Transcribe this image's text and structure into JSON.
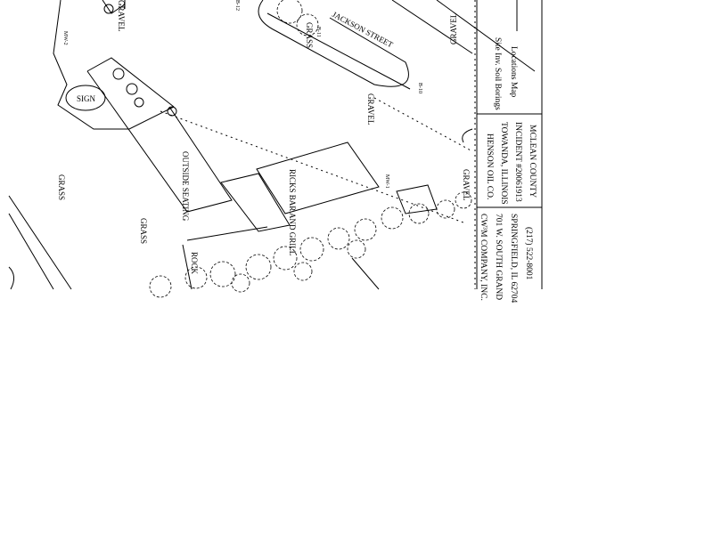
{
  "map": {
    "street": "JACKSON STREET",
    "labels": {
      "grass_1": "GRASS",
      "grass_2": "GRASS",
      "grass_3": "GRASS",
      "gravel_1": "GRAVEL",
      "gravel_2": "GRAVEL",
      "gravel_3": "GRAVEL",
      "gravel_4": "GRAVEL",
      "sign": "SIGN",
      "outside_seating": "OUTSIDE SEATING",
      "building": "RICKS BAR AND GRILL",
      "rock": "ROCK"
    },
    "borings": [
      "MW-2",
      "B-11",
      "B-10",
      "MW-1",
      "B-12"
    ]
  },
  "title_block": {
    "company": [
      "CW³M COMPANY, INC.",
      "701 W. SOUTH GRAND",
      "SPRINGFIELD, IL 62704",
      "(217) 522-8001"
    ],
    "client": [
      "HENSON OIL CO.",
      "TOWANDA, ILLINOIS",
      "INCIDENT #20061913",
      "MCLEAN COUNTY"
    ],
    "title": [
      "Site Inv. Soil Borings",
      "Locations Map"
    ]
  }
}
